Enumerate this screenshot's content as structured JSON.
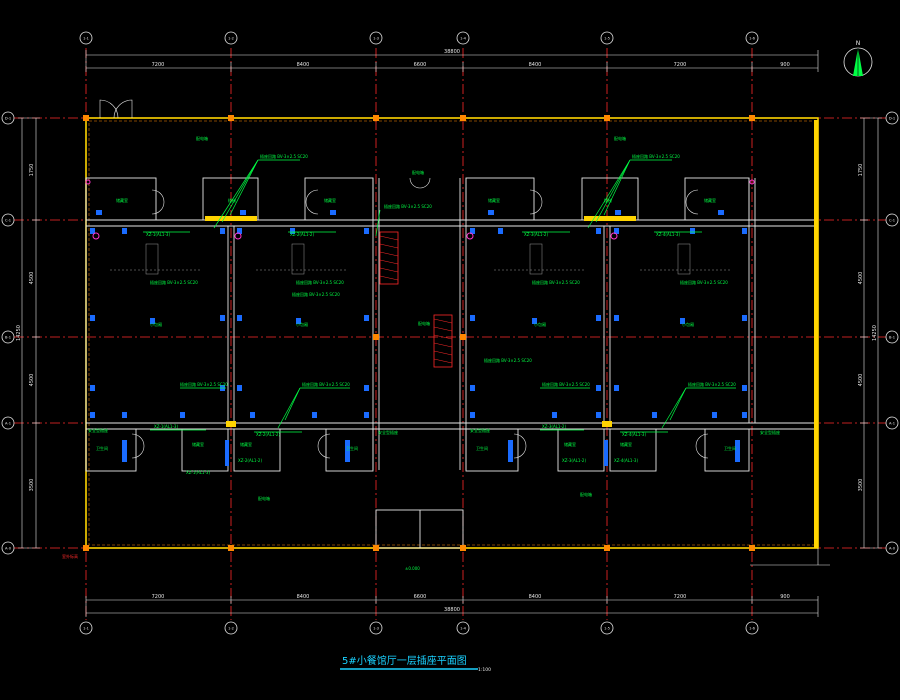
{
  "drawing": {
    "title": "5#小餐馆厅一层插座平面图",
    "scale": "1:100"
  },
  "grid": {
    "columns": [
      "1-1",
      "1-2",
      "1-3",
      "1-4",
      "1-5",
      "1-6"
    ],
    "rows": [
      "D-1",
      "C-1",
      "B-1",
      "A-1",
      "A-0"
    ],
    "north_label": "N"
  },
  "dimensions": {
    "top_total": "38800",
    "top_segments": [
      "7200",
      "8400",
      "6600",
      "8400",
      "7200",
      "900"
    ],
    "bottom_total": "38800",
    "bottom_segments": [
      "7200",
      "8400",
      "6600",
      "8400",
      "7200",
      "900"
    ],
    "left_segments": [
      "1750",
      "4500",
      "4500",
      "3500"
    ],
    "left_total": "14250",
    "right_segments": [
      "1750",
      "4500",
      "4500",
      "3500"
    ],
    "right_total": "14250"
  },
  "rooms": {
    "dining": "小包厢",
    "storage": "储藏室",
    "toilet": "卫生间",
    "stair": "楼梯",
    "entrance": "入口"
  },
  "labels": {
    "panel_a": "XZ-1(AL1-3)",
    "panel_b": "XZ-2(AL1-2)",
    "panel_c": "XZ-3(AL1-2)",
    "panel_d": "XZ-4(AL1-3)",
    "wire_note": "插座回路 BV-3×2.5 SC20",
    "outlet_note": "安全型插座",
    "box": "配电箱",
    "outer_note": "室外标高",
    "level": "±0.000"
  },
  "colors": {
    "wall": "#ffd400",
    "axis": "#ff2a2a",
    "grid_line": "#ffffff",
    "text": "#00ff44",
    "device": "#1a6bff",
    "panel": "#ff2a2a",
    "outline": "#e6e6e6"
  }
}
